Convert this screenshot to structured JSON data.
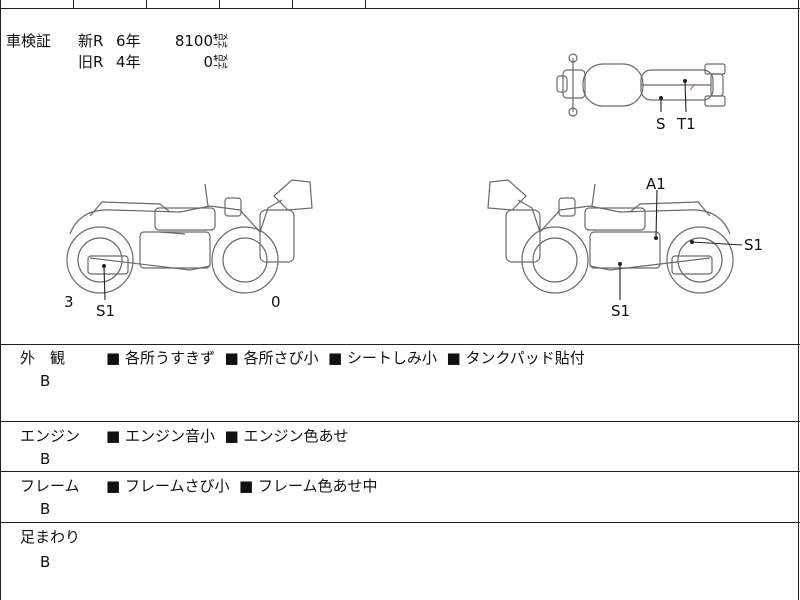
{
  "inspection": {
    "label": "車検証",
    "new_label": "新R",
    "new_years": "6年",
    "new_km": "8100㌖",
    "old_label": "旧R",
    "old_years": "4年",
    "old_km": "0㌖"
  },
  "diagram": {
    "top_marks": [
      "S",
      "T1"
    ],
    "left_marks": [
      "3",
      "S1",
      "0"
    ],
    "right_marks": [
      "A1",
      "S1",
      "S1"
    ]
  },
  "sections": [
    {
      "label": "外　観",
      "grade": "B",
      "items": [
        "■ 各所うすきず",
        "■ 各所さび小",
        "■ シートしみ小",
        "■ タンクパッド貼付"
      ]
    },
    {
      "label": "エンジン",
      "grade": "B",
      "items": [
        "■ エンジン音小",
        "■ エンジン色あせ"
      ]
    },
    {
      "label": "フレーム",
      "grade": "B",
      "items": [
        "■ フレームさび小",
        "■ フレーム色あせ中"
      ]
    },
    {
      "label": "足まわり",
      "grade": "B",
      "items": []
    }
  ]
}
